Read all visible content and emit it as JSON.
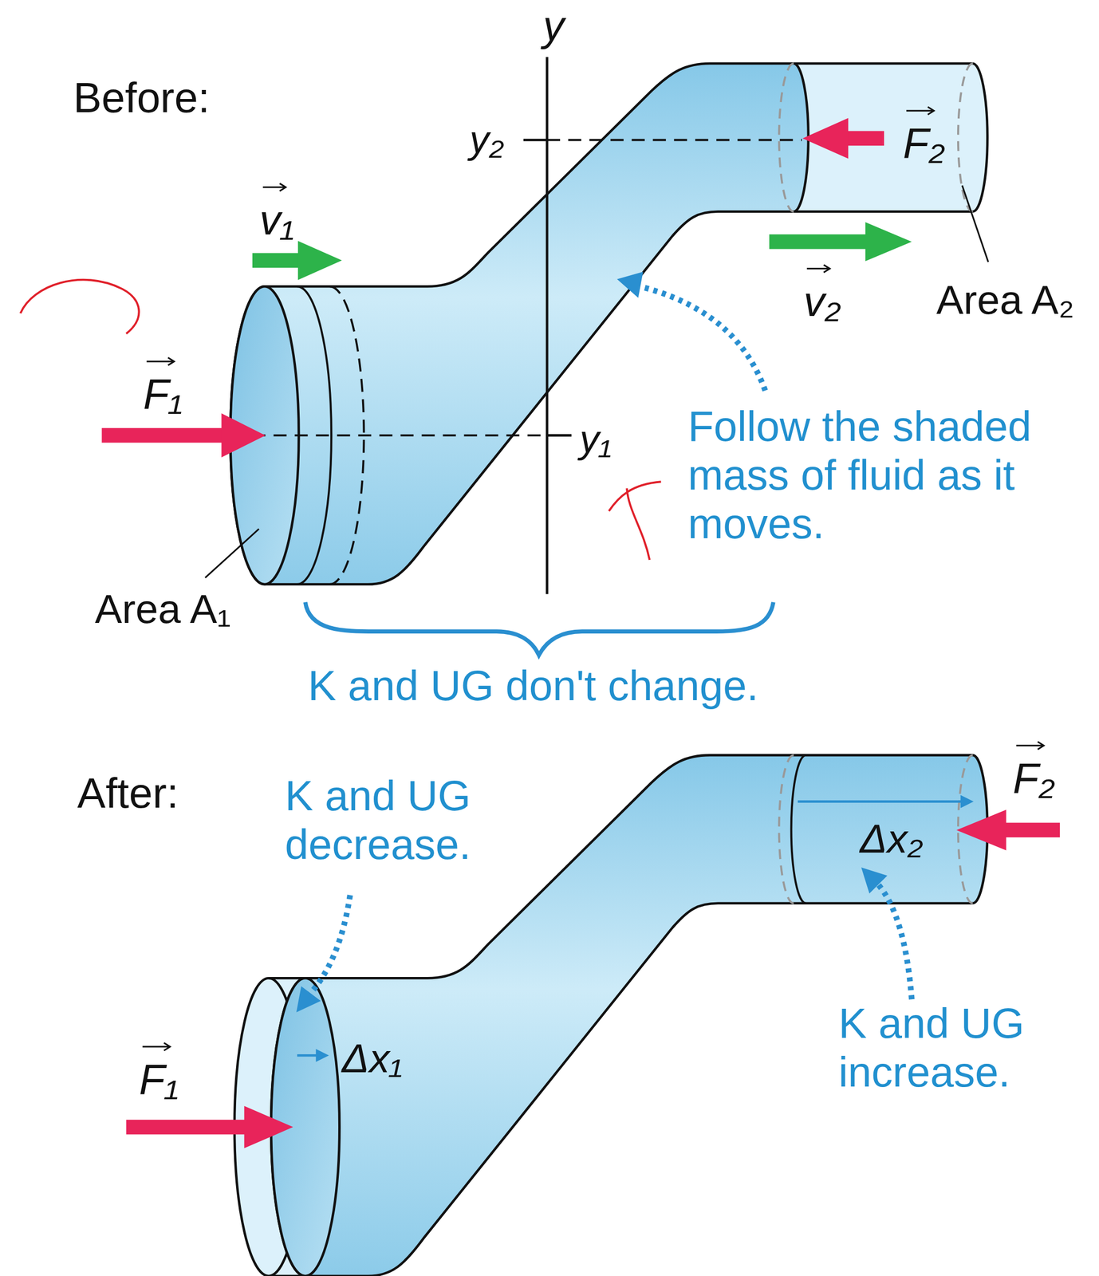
{
  "diagram": {
    "labels": [
      "Before:",
      "y",
      "y₂",
      "F₂",
      "v₁",
      "v₂",
      "Area A₂",
      "F₁",
      "y₁",
      "Follow the shaded mass of fluid as it moves.",
      "Area A₁",
      "K and UG don't change.",
      "After:",
      "K and UG decrease.",
      "F₂",
      "Δx₂",
      "Δx₁",
      "F₁",
      "K and UG increase."
    ]
  }
}
